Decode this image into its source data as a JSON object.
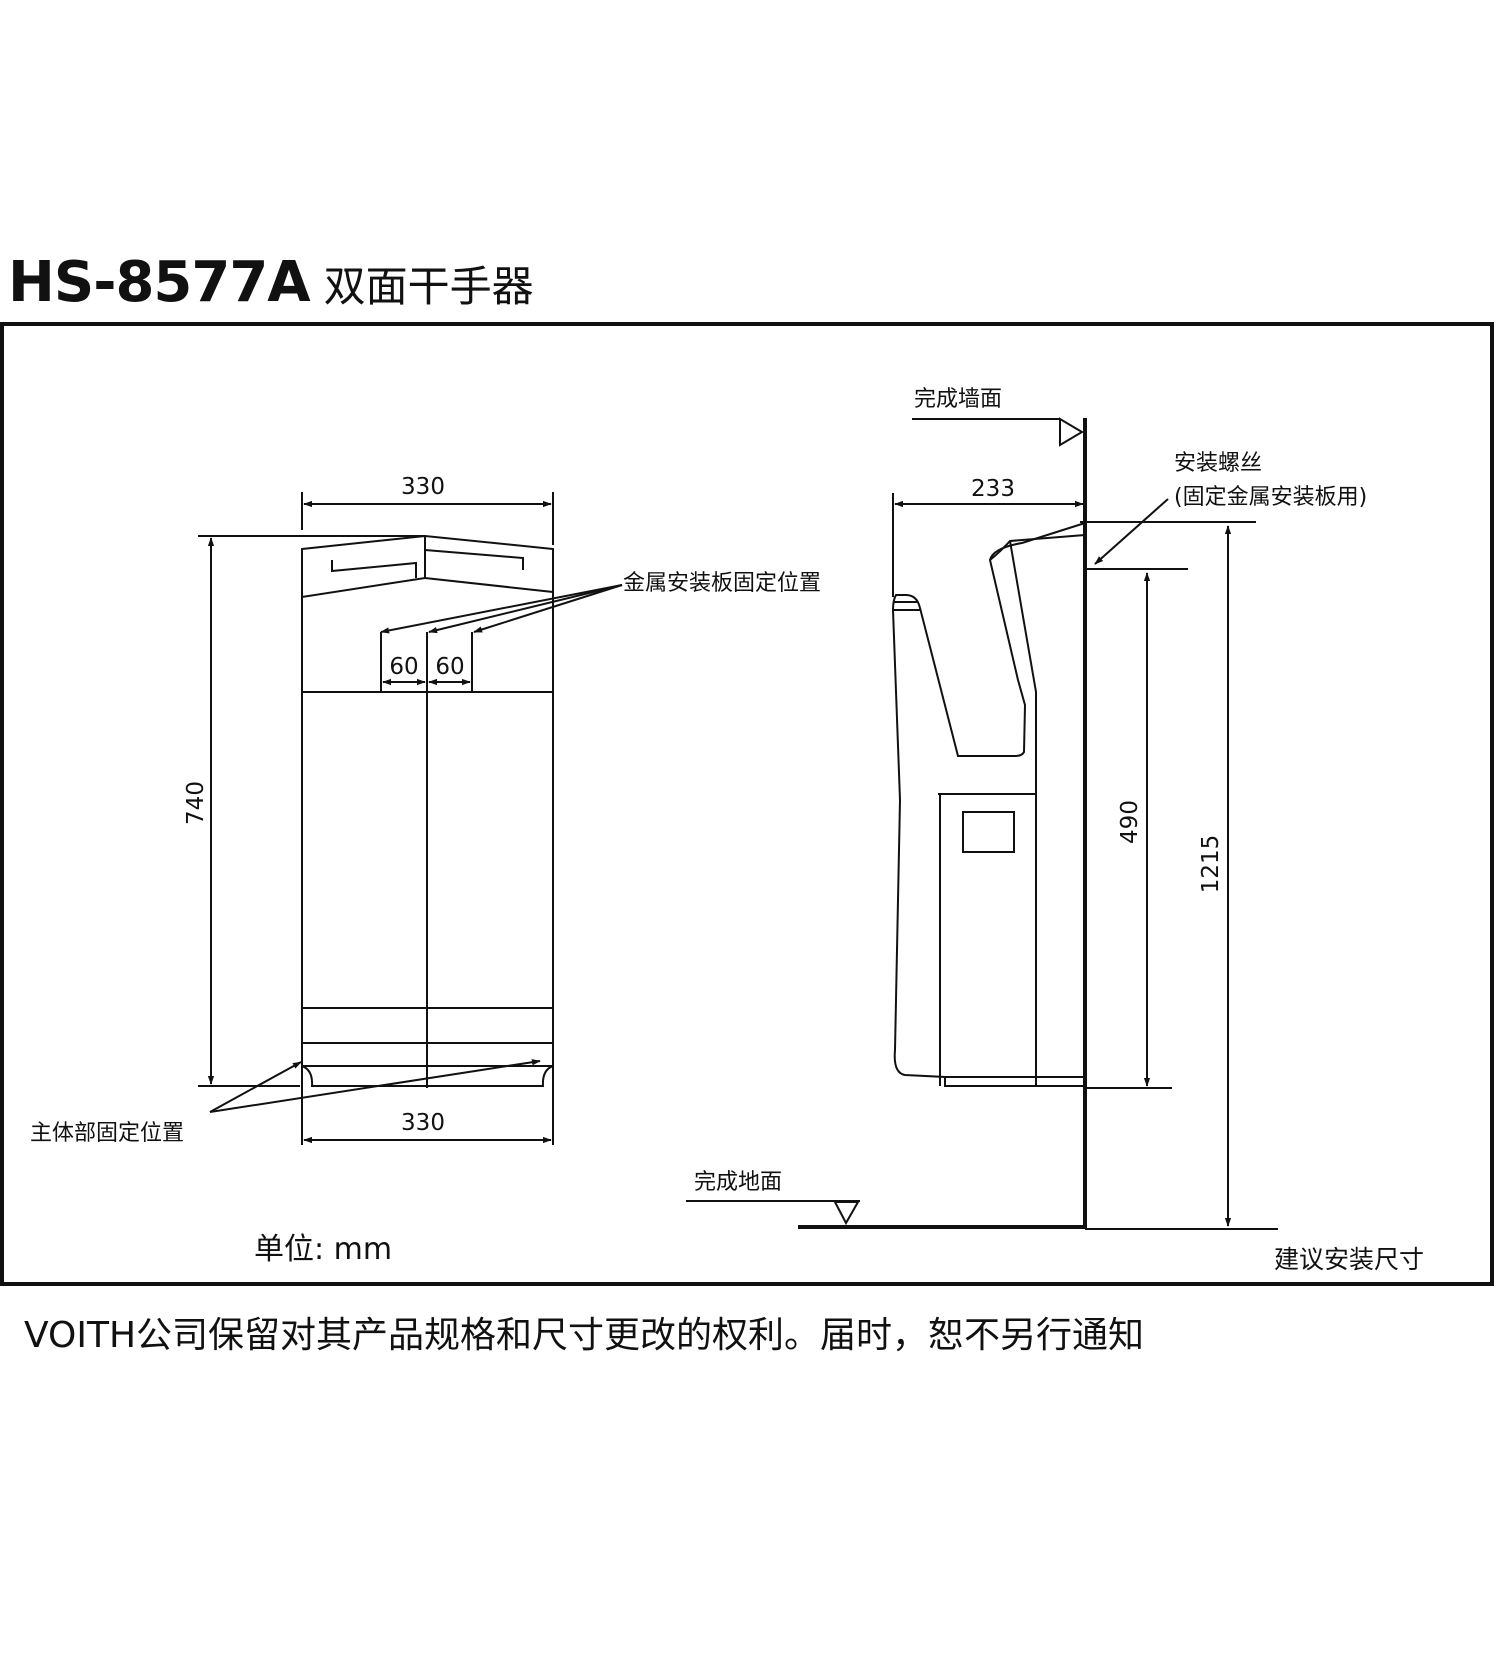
{
  "title": {
    "model": "HS-8577A",
    "name": "双面干手器"
  },
  "front_view": {
    "top_width": "330",
    "height": "740",
    "offset_left": "60",
    "offset_right": "60",
    "bottom_width": "330",
    "mount_plate_label": "金属安装板固定位置",
    "body_fix_label": "主体部固定位置"
  },
  "side_view": {
    "wall_label": "完成墙面",
    "depth": "233",
    "screw_label_line1": "安装螺丝",
    "screw_label_line2": "(固定金属安装板用)",
    "screw_to_bottom": "490",
    "install_height": "1215",
    "floor_label": "完成地面",
    "install_note": "建议安装尺寸"
  },
  "unit_label": "单位: mm",
  "disclaimer": "VOITH公司保留对其产品规格和尺寸更改的权利。届时，恕不另行通知"
}
